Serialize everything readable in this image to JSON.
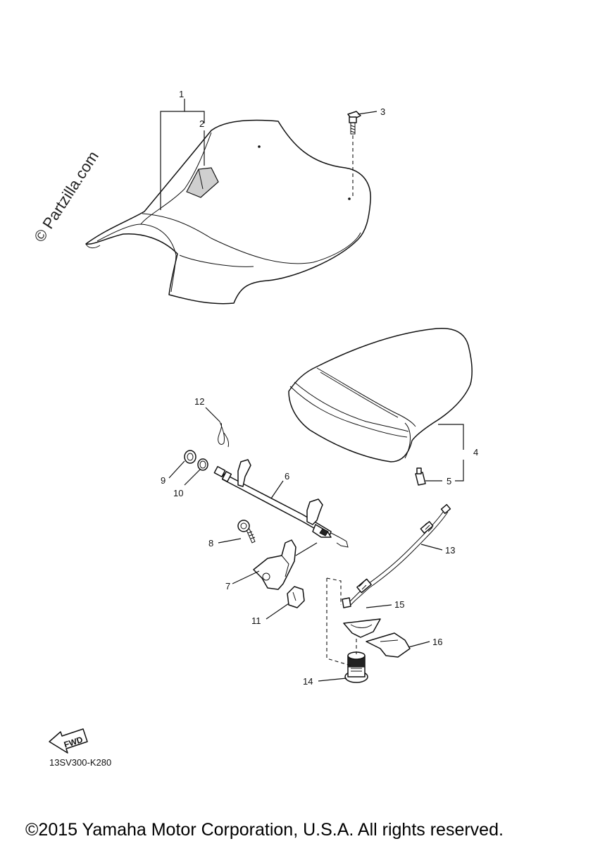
{
  "watermark": "© Partzilla.com",
  "diagram_code": "13SV300-K280",
  "fwd_label": "FWD",
  "copyright": "©2015 Yamaha Motor Corporation, U.S.A. All rights reserved.",
  "callouts": {
    "c1": "1",
    "c2": "2",
    "c3": "3",
    "c4": "4",
    "c5": "5",
    "c6": "6",
    "c7": "7",
    "c8": "8",
    "c9": "9",
    "c10": "10",
    "c11": "11",
    "c12": "12",
    "c13": "13",
    "c14": "14",
    "c15": "15",
    "c16": "16"
  }
}
